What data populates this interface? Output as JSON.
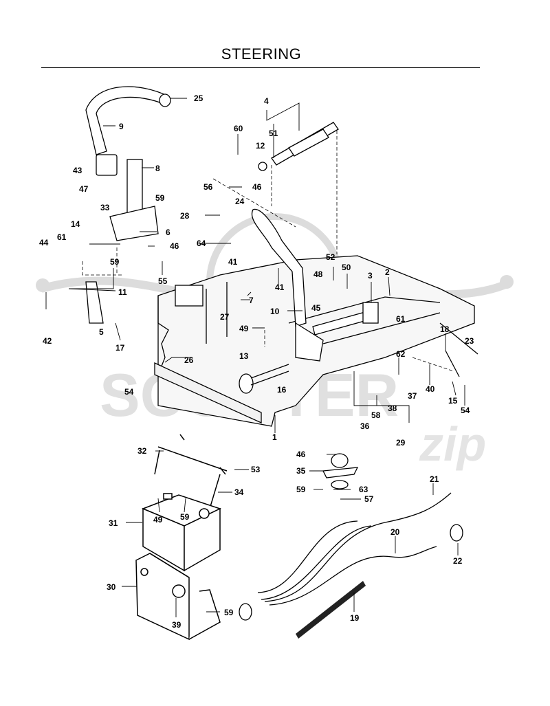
{
  "title": "STEERING",
  "watermark": {
    "word1": "SCOOTER",
    "word2": "zip"
  },
  "callouts": [
    "25",
    "9",
    "4",
    "60",
    "51",
    "12",
    "43",
    "8",
    "47",
    "56",
    "46",
    "59",
    "28",
    "24",
    "33",
    "14",
    "6",
    "44",
    "61",
    "46",
    "64",
    "59",
    "55",
    "41",
    "52",
    "50",
    "3",
    "2",
    "48",
    "41",
    "7",
    "45",
    "11",
    "27",
    "10",
    "61",
    "49",
    "18",
    "23",
    "42",
    "5",
    "17",
    "13",
    "62",
    "26",
    "16",
    "54",
    "40",
    "37",
    "15",
    "54",
    "58",
    "38",
    "36",
    "1",
    "29",
    "32",
    "46",
    "53",
    "35",
    "59",
    "63",
    "57",
    "34",
    "21",
    "31",
    "49",
    "59",
    "20",
    "22",
    "30",
    "59",
    "39",
    "19"
  ],
  "colors": {
    "line": "#000000",
    "watermark": "#d9d9d9"
  }
}
